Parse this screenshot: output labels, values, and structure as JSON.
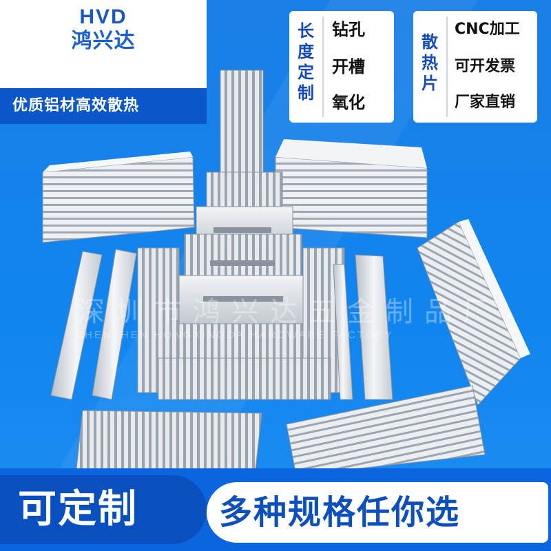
{
  "brand": {
    "mark": "HVD",
    "name": "鸿兴达",
    "slogan": "优质铝材高效散热"
  },
  "badge_left": {
    "vertical_label": [
      "长",
      "度",
      "定",
      "制"
    ],
    "items": [
      "钻孔",
      "开槽",
      "氧化"
    ]
  },
  "badge_right": {
    "vertical_label": [
      "散",
      "热",
      "片"
    ],
    "items": [
      "CNC加工",
      "可开发票",
      "厂家直销"
    ]
  },
  "watermark": {
    "cn": "深圳市鸿兴达五金制品厂",
    "en": "SHENZHEN HONGXINGDA HARDWARE FACTORY"
  },
  "footer": {
    "left": "可定制",
    "right": "多种规格任你选"
  },
  "colors": {
    "background_blue": "#1185ef",
    "dark_blue": "#0a4fc0",
    "brand_blue": "#1a5fd0",
    "aluminum": "#dfe3e8"
  }
}
